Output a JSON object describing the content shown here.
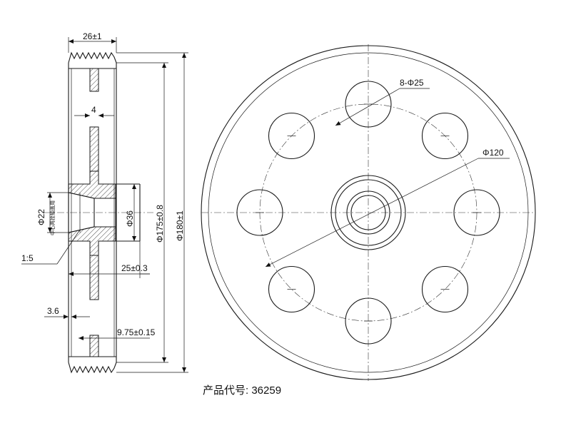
{
  "side_view": {
    "dim_width": "26±1",
    "dim_web": "4",
    "dim_bore": "Φ22",
    "dim_bore_note": "中心两拴轴盖用",
    "dim_taper": "1:5",
    "dim_hub_dia": "Φ36",
    "dim_inner_dia": "Φ175±0.8",
    "dim_outer_dia": "Φ180±1",
    "dim_hub_len": "25±0.3",
    "dim_rim": "3.6",
    "dim_web_pos": "9.75±0.15"
  },
  "front_view": {
    "dim_holes": "8-Φ25",
    "dim_pcd": "Φ120",
    "hole_count": 8
  },
  "footer": {
    "product_code": "产品代号: 36259"
  }
}
